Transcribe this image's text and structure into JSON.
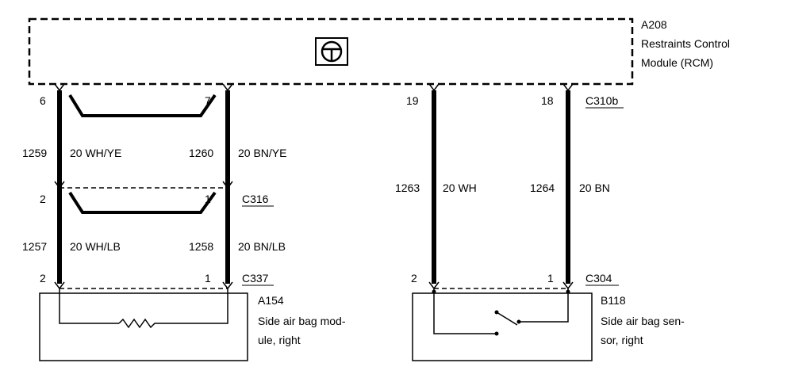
{
  "rcm": {
    "id": "A208",
    "name_line1": "Restraints Control",
    "name_line2": "Module (RCM)",
    "icon": "steering-wheel-icon"
  },
  "left_circuit": {
    "rcm_pins": [
      "6",
      "7"
    ],
    "segment1": [
      {
        "circuit": "1259",
        "wire": "20 WH/YE"
      },
      {
        "circuit": "1260",
        "wire": "20 BN/YE"
      }
    ],
    "connector_c316": {
      "name": "C316",
      "pins": [
        "2",
        "1"
      ]
    },
    "segment2": [
      {
        "circuit": "1257",
        "wire": "20 WH/LB"
      },
      {
        "circuit": "1258",
        "wire": "20 BN/LB"
      }
    ],
    "connector_c337": {
      "name": "C337",
      "pins": [
        "2",
        "1"
      ]
    },
    "component": {
      "id": "A154",
      "name_line1": "Side air bag mod-",
      "name_line2": "ule, right",
      "icon": "resistor-icon"
    }
  },
  "right_circuit": {
    "connector_c310b": {
      "name": "C310b",
      "pins": [
        "19",
        "18"
      ]
    },
    "segment": [
      {
        "circuit": "1263",
        "wire": "20 WH"
      },
      {
        "circuit": "1264",
        "wire": "20 BN"
      }
    ],
    "connector_c304": {
      "name": "C304",
      "pins": [
        "2",
        "1"
      ]
    },
    "component": {
      "id": "B118",
      "name_line1": "Side air bag sen-",
      "name_line2": "sor, right",
      "icon": "switch-icon"
    }
  }
}
